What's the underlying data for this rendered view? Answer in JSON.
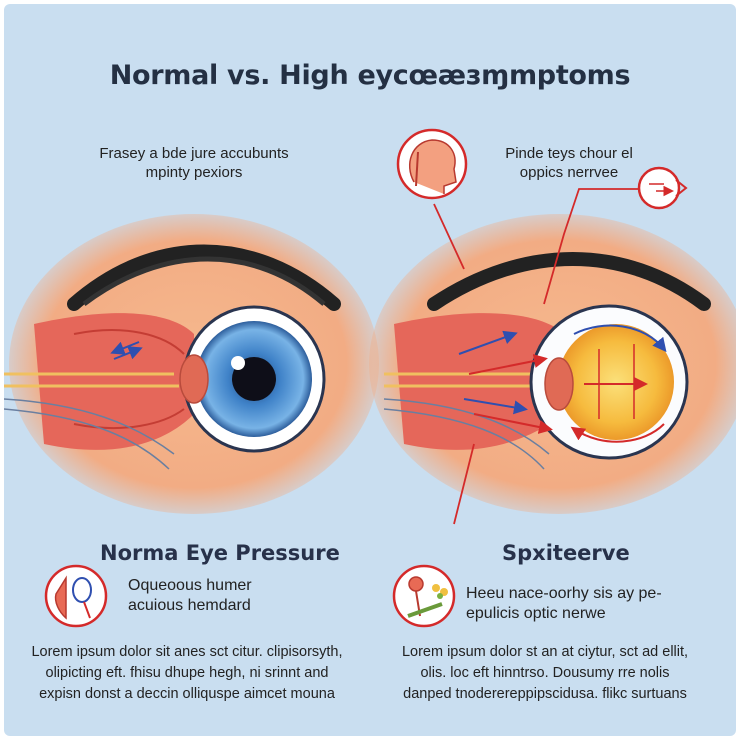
{
  "title": "Normal vs. High eycœæзɱmptoms",
  "left_panel": {
    "note_line1": "Frasey a bde jure accubunts",
    "note_line2": "mpinty pexiors",
    "heading": "Norma Eye Pressure",
    "sub_line1": "Oqueoous humer",
    "sub_line2": "acuious hemdard",
    "body_line1": "Lorem ipsum dolor sit anes sct citur. clipisorsyth,",
    "body_line2": "olipicting eft. fhisu dhupe hegh, ni srinnt and",
    "body_line3": "expisn donst a deccin olliquspe aimcet mouna"
  },
  "right_panel": {
    "note_line1": "Pinde teys chour el",
    "note_line2": "oppics nerrvee",
    "heading": "Spxiteerve",
    "sub_line1": "Heeu nace-oorhy sis ay pe-",
    "sub_line2": "epulicis optic nerwe",
    "body_line1": "Lorem ipsum dolor st an at ciytur, sct ad ellit,",
    "body_line2": "olis. loc eft hinntrso. Dousumy rre nolis",
    "body_line3": "danped tnoderereppipscidusa. flikc surtuans"
  },
  "icons": {
    "top": "head-profile-icon",
    "pressure": "pressure-gauge-icon",
    "lever": "lever-icon",
    "nerve": "optic-nerve-icon"
  },
  "colors": {
    "background": "#c9def0",
    "skin": "#f2b088",
    "iris": "#4a8ed0",
    "lens_yellow": "#f7c54a",
    "muscle": "#e2574c",
    "arrow_red": "#d42a2a",
    "arrow_blue": "#2f4fb0"
  }
}
